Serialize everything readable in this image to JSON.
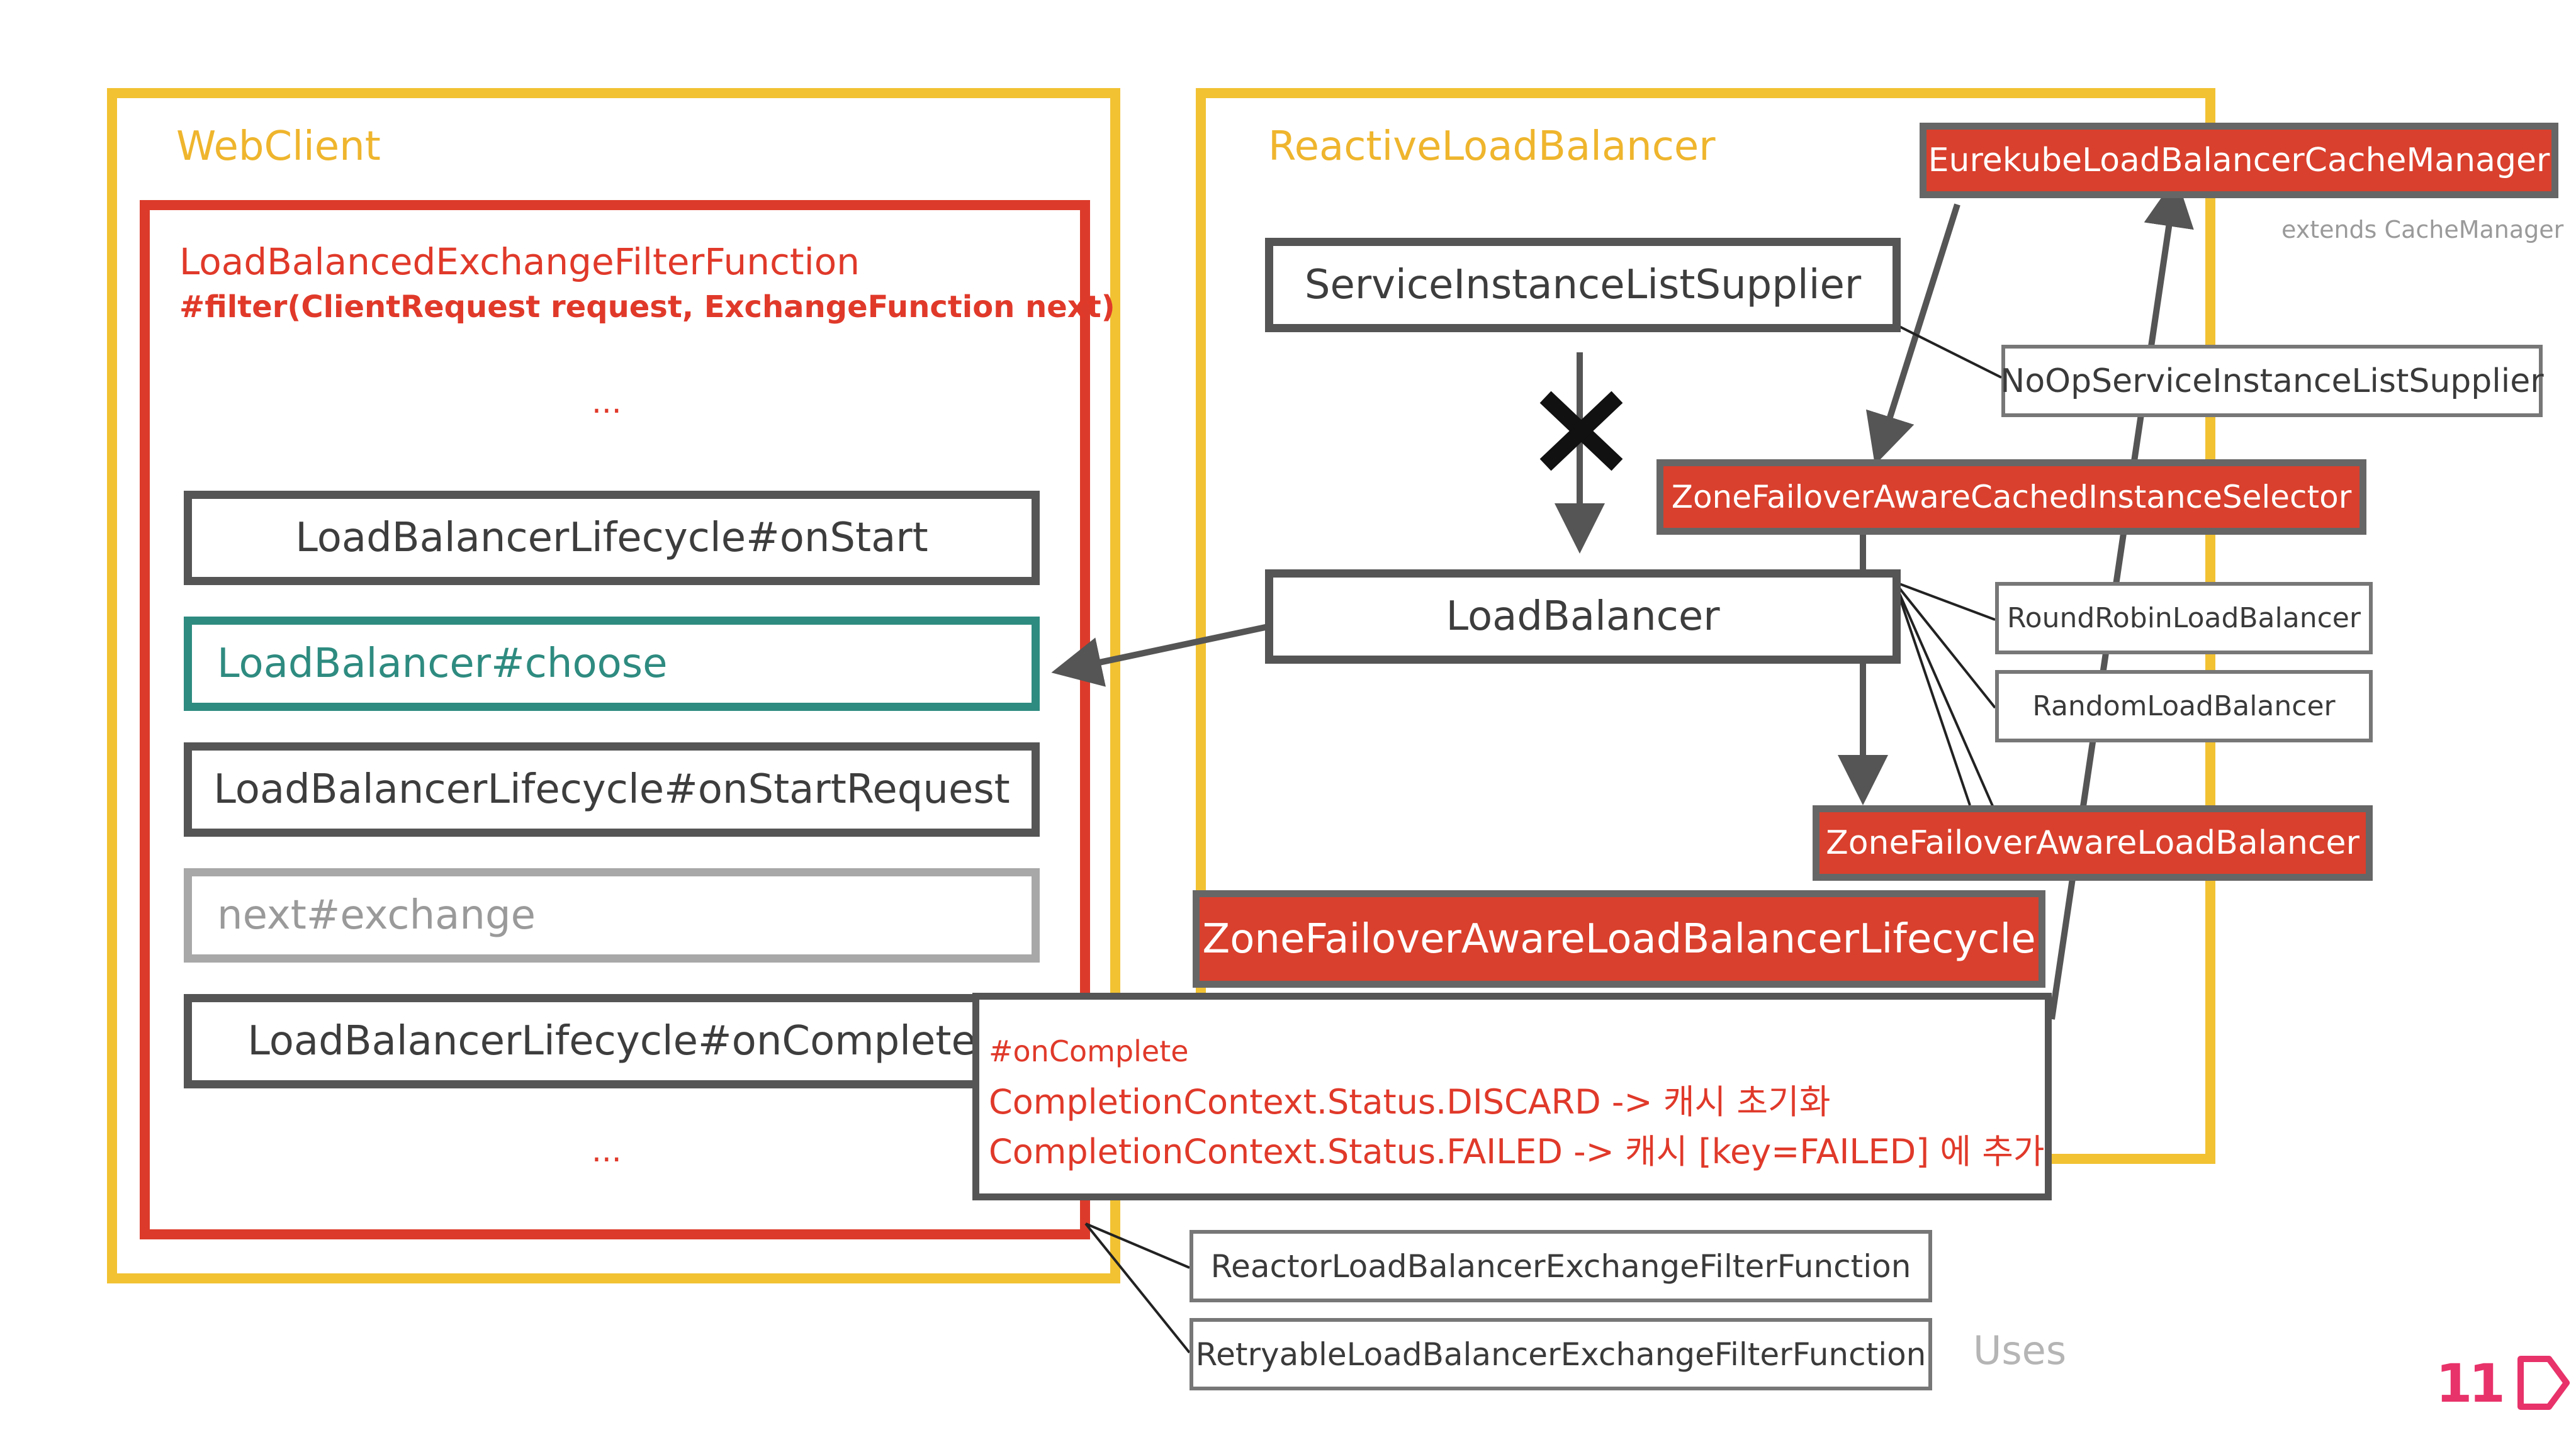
{
  "webclient": {
    "title": "WebClient",
    "filter_function": {
      "title": "LoadBalancedExchangeFilterFunction",
      "signature": "#filter(ClientRequest request, ExchangeFunction next)",
      "ellipsis_top": "...",
      "ellipsis_bottom": "...",
      "steps": {
        "on_start": "LoadBalancerLifecycle#onStart",
        "choose": "LoadBalancer#choose",
        "on_start_request": "LoadBalancerLifecycle#onStartRequest",
        "next_exchange": "next#exchange",
        "on_complete": "LoadBalancerLifecycle#onComplete"
      }
    }
  },
  "reactive": {
    "title": "ReactiveLoadBalancer",
    "supplier": "ServiceInstanceListSupplier",
    "load_balancer": "LoadBalancer"
  },
  "custom": {
    "cache_manager": "EurekubeLoadBalancerCacheManager",
    "cache_manager_note": "extends CacheManager",
    "noop_supplier": "NoOpServiceInstanceListSupplier",
    "instance_selector": "ZoneFailoverAwareCachedInstanceSelector",
    "round_robin": "RoundRobinLoadBalancer",
    "random": "RandomLoadBalancer",
    "zone_lb": "ZoneFailoverAwareLoadBalancer",
    "lifecycle": "ZoneFailoverAwareLoadBalancerLifecycle"
  },
  "on_complete_note": {
    "heading": "#onComplete",
    "line1": "CompletionContext.Status.DISCARD -> 캐시 초기화",
    "line2": "CompletionContext.Status.FAILED -> 캐시 [key=FAILED] 에 추가"
  },
  "uses": {
    "reactor": "ReactorLoadBalancerExchangeFilterFunction",
    "retryable": "RetryableLoadBalancerExchangeFilterFunction",
    "label": "Uses"
  },
  "logo": {
    "text": "11"
  },
  "colors": {
    "yellow": "#f2c233",
    "red": "#dc3b2b",
    "teal": "#2e8b80",
    "gray": "#555555"
  }
}
